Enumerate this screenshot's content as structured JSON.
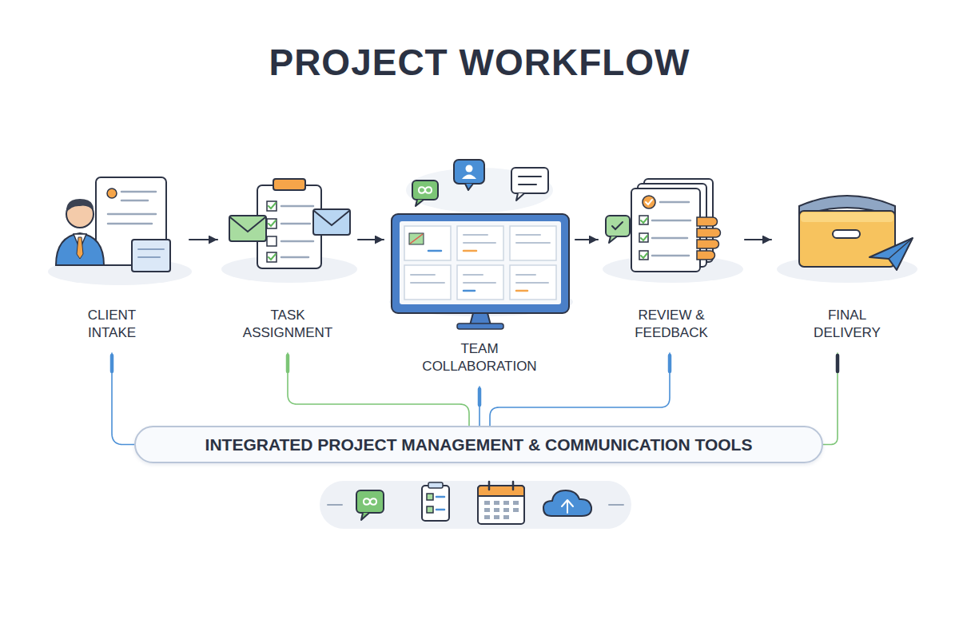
{
  "diagram": {
    "title": "PROJECT WORKFLOW",
    "nodes": [
      {
        "text": [
          "CLIENT INTAKE"
        ]
      },
      {
        "text": [
          "TASK ASSIGNMENT"
        ]
      },
      {
        "text": [
          "TEAM COLLABORATION"
        ]
      },
      {
        "text": [
          "REVIEW & FEEDBACK"
        ]
      },
      {
        "text": [
          "FINAL DELIVERY"
        ]
      },
      {
        "text": [
          "INTEGRATED PROJECT MANAGEMENT & COMMUNICATION TOOLS"
        ]
      }
    ],
    "edges": [
      {
        "from": 0,
        "to": 1,
        "arrow": "to"
      },
      {
        "from": 1,
        "to": 2,
        "arrow": "to"
      },
      {
        "from": 2,
        "to": 3,
        "arrow": "to"
      },
      {
        "from": 3,
        "to": 4,
        "arrow": "to"
      },
      {
        "from": 0,
        "to": 5,
        "arrow": "none"
      },
      {
        "from": 1,
        "to": 5,
        "arrow": "none"
      },
      {
        "from": 2,
        "to": 5,
        "arrow": "none"
      },
      {
        "from": 3,
        "to": 5,
        "arrow": "none"
      },
      {
        "from": 4,
        "to": 5,
        "arrow": "none"
      }
    ]
  }
}
